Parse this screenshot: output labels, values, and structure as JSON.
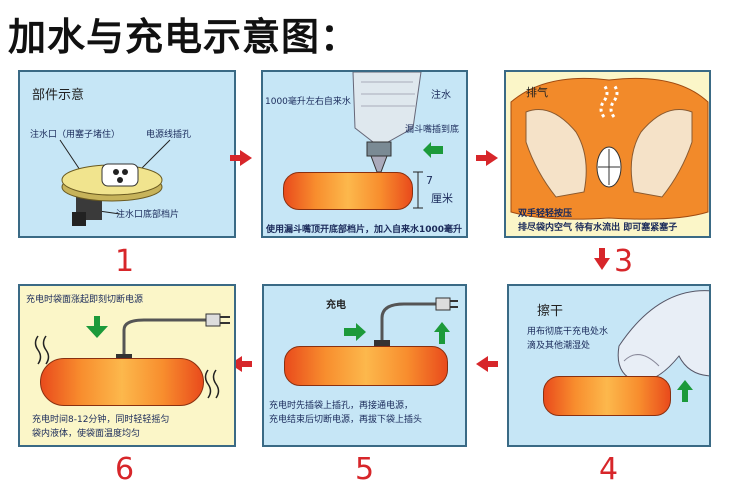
{
  "title": "加水与充电示意图：",
  "steps": [
    {
      "number": "1",
      "texts": {
        "header": "部件示意",
        "inlet": "注水口（用塞子堵住）",
        "cord": "电源线插孔",
        "baffle": "注水口底部档片"
      }
    },
    {
      "number": "2",
      "texts": {
        "water_amount": "1000毫升左右自来水",
        "inject": "注水",
        "funnel": "漏斗嘴插到底",
        "height_num": "7",
        "height_unit": "厘米",
        "caption": "使用漏斗嘴顶开底部档片，加入自来水1000毫升"
      }
    },
    {
      "number": "3",
      "texts": {
        "vent": "排气",
        "caption1": "双手轻轻按压",
        "caption2": "排尽袋内空气 待有水流出 即可塞紧塞子"
      }
    },
    {
      "number": "4",
      "texts": {
        "header": "擦干",
        "line1": "用布彻底干充电处水",
        "line2": "滴及其他潮湿处"
      }
    },
    {
      "number": "5",
      "texts": {
        "header": "充电",
        "line1": "充电时先插袋上插孔，再接通电源，",
        "line2": "充电结束后切断电源，再拔下袋上插头"
      }
    },
    {
      "number": "6",
      "texts": {
        "header": "充电时袋面涨起即刻切断电源",
        "line1": "充电时间8-12分钟，同时轻轻摇匀",
        "line2": "袋内液体，使袋面温度均匀"
      }
    }
  ],
  "colors": {
    "panel_blue": "#c6e6f6",
    "panel_yellow": "#fbf6c8",
    "arrow_red": "#d7262a",
    "arrow_green": "#1c9a3a",
    "bag_orange": "#f88e2e"
  }
}
